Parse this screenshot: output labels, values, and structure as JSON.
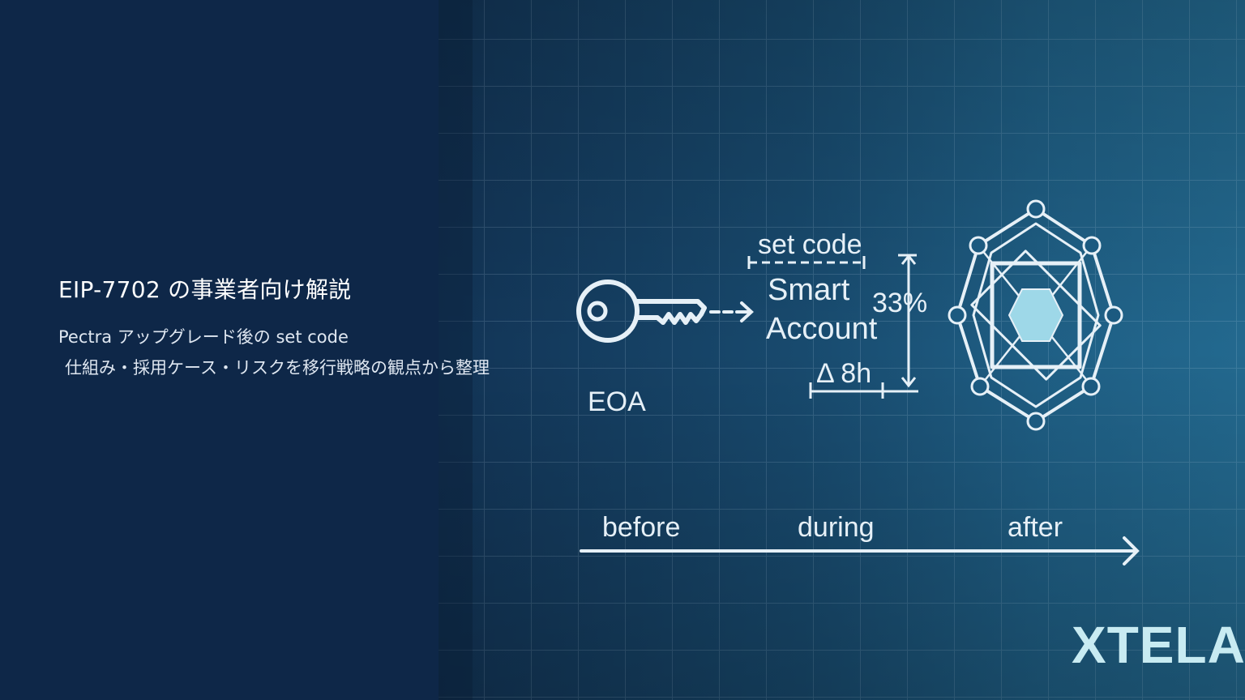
{
  "page": {
    "title": "EIP-7702 の事業者向け解説",
    "subtitle_line1": "Pectra アップグレード後の set code",
    "subtitle_line2": "仕組み・採用ケース・リスクを移行戦略の観点から整理"
  },
  "illustration": {
    "eoa_label": "EOA",
    "set_code_label": "set code",
    "smart_label": "Smart",
    "account_label": "Account",
    "percent_label": "33%",
    "delta_label": "Δ 8h",
    "timeline": {
      "before": "before",
      "during": "during",
      "after": "after"
    },
    "brand": "XTELA",
    "colors": {
      "left_panel": "#0e2748",
      "blueprint_light": "#23698f",
      "line": "#e6f0f7",
      "brand": "#c8ebf2"
    },
    "icons": [
      "key-icon",
      "dashed-arrow-icon",
      "octagon-network-icon",
      "hexagon-icon",
      "timeline-arrow-icon"
    ]
  }
}
